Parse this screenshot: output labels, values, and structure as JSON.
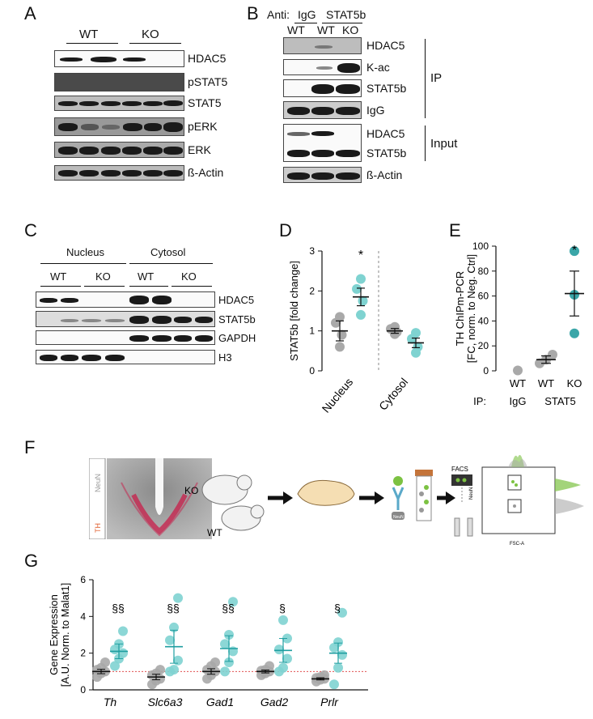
{
  "panels": {
    "A": {
      "letter": "A",
      "groups": [
        "WT",
        "KO"
      ],
      "rows": [
        "HDAC5",
        "pSTAT5",
        "STAT5",
        "pERK",
        "ERK",
        "ß-Actin"
      ]
    },
    "B": {
      "letter": "B",
      "anti_label": "Anti:",
      "anti_groups": [
        "IgG",
        "STAT5b"
      ],
      "lanes": [
        "WT",
        "WT",
        "KO"
      ],
      "ip_rows": [
        "HDAC5",
        "K-ac",
        "STAT5b",
        "IgG"
      ],
      "input_rows": [
        "HDAC5",
        "STAT5b"
      ],
      "bottom_row": "ß-Actin",
      "ip_label": "IP",
      "input_label": "Input"
    },
    "C": {
      "letter": "C",
      "fractions": [
        "Nucleus",
        "Cytosol"
      ],
      "groups": [
        "WT",
        "KO",
        "WT",
        "KO"
      ],
      "rows": [
        "HDAC5",
        "STAT5b",
        "GAPDH",
        "H3"
      ]
    },
    "D": {
      "letter": "D",
      "star": "*"
    },
    "E": {
      "letter": "E",
      "star": "*",
      "ip_label": "IP:"
    },
    "F": {
      "letter": "F",
      "stain_neun": "NeuN",
      "stain_th": "TH",
      "ko": "KO",
      "wt": "WT",
      "facs": "FACS",
      "neun_chip": "NeuN",
      "flow_y": "NeuN",
      "flow_x": "FSC-A"
    },
    "G": {
      "letter": "G"
    }
  },
  "chart_data": [
    {
      "id": "D",
      "type": "scatter",
      "ylabel": "STAT5b [fold change]",
      "ylim": [
        0,
        3
      ],
      "yticks": [
        0,
        1,
        2,
        3
      ],
      "categories": [
        "Nucleus",
        "Cytosol"
      ],
      "groups": [
        {
          "category": "Nucleus",
          "genotype": "WT",
          "color": "#a9a9a9",
          "mean": 1.0,
          "sem": 0.25,
          "points": [
            0.6,
            0.9,
            1.2,
            1.35
          ]
        },
        {
          "category": "Nucleus",
          "genotype": "KO",
          "color": "#7fd3d1",
          "mean": 1.85,
          "sem": 0.22,
          "points": [
            1.4,
            1.75,
            2.05,
            2.3
          ]
        },
        {
          "category": "Cytosol",
          "genotype": "WT",
          "color": "#a9a9a9",
          "mean": 1.0,
          "sem": 0.06,
          "points": [
            0.92,
            0.97,
            1.05,
            1.1
          ]
        },
        {
          "category": "Cytosol",
          "genotype": "KO",
          "color": "#7fd3d1",
          "mean": 0.7,
          "sem": 0.12,
          "points": [
            0.45,
            0.6,
            0.8,
            0.95
          ]
        }
      ],
      "annotations": [
        {
          "group": 1,
          "text": "*"
        }
      ],
      "divider": "dashed"
    },
    {
      "id": "E",
      "type": "scatter",
      "ylabel": "TH ChIPm-PCR [FC, norm. to Neg. Ctrl]",
      "ylim": [
        0,
        100
      ],
      "yticks": [
        0,
        20,
        40,
        60,
        80,
        100
      ],
      "categories": [
        "WT",
        "WT",
        "KO"
      ],
      "ip_groups": [
        {
          "label": "IgG",
          "span": [
            0,
            0
          ]
        },
        {
          "label": "STAT5",
          "span": [
            1,
            2
          ]
        }
      ],
      "groups": [
        {
          "genotype": "WT",
          "color": "#a9a9a9",
          "mean": 0,
          "sem": 0,
          "points": [
            0.3
          ]
        },
        {
          "genotype": "WT",
          "color": "#a9a9a9",
          "mean": 9,
          "sem": 3,
          "points": [
            6,
            9,
            13
          ]
        },
        {
          "genotype": "KO",
          "color": "#3aa6a8",
          "mean": 62,
          "sem": 18,
          "points": [
            30,
            61,
            96
          ]
        }
      ],
      "annotations": [
        {
          "group": 2,
          "text": "*"
        }
      ]
    },
    {
      "id": "G",
      "type": "scatter",
      "ylabel": "Gene Expression [A.U. Norm. to Malat1]",
      "ylim": [
        0,
        6
      ],
      "yticks": [
        0,
        2,
        4,
        6
      ],
      "categories": [
        "Th",
        "Slc6a3",
        "Gad1",
        "Gad2",
        "Prlr"
      ],
      "significance": [
        "§§",
        "§§",
        "§§",
        "§",
        "§"
      ],
      "reference_line": 1,
      "series": [
        {
          "genotype": "WT",
          "color": "#a9a9a9",
          "means": [
            1.0,
            0.7,
            1.0,
            1.0,
            0.6
          ],
          "sems": [
            0.12,
            0.15,
            0.15,
            0.08,
            0.06
          ],
          "points": [
            [
              0.7,
              0.9,
              1.0,
              1.1,
              1.2,
              1.5
            ],
            [
              0.3,
              0.5,
              0.6,
              0.8,
              0.9,
              1.1
            ],
            [
              0.6,
              0.8,
              1.0,
              1.1,
              1.3,
              1.5
            ],
            [
              0.8,
              0.9,
              1.0,
              1.05,
              1.1,
              1.3
            ],
            [
              0.45,
              0.55,
              0.6,
              0.65,
              0.7,
              0.8
            ]
          ]
        },
        {
          "genotype": "KO",
          "color": "#7fd3d1",
          "means": [
            2.1,
            2.35,
            2.25,
            2.15,
            2.0
          ],
          "sems": [
            0.4,
            0.9,
            0.7,
            0.65,
            0.55
          ],
          "points": [
            [
              1.3,
              1.7,
              2.0,
              2.2,
              2.5,
              3.2
            ],
            [
              1.0,
              1.1,
              1.6,
              2.7,
              3.4,
              5.0
            ],
            [
              1.0,
              1.5,
              2.1,
              2.5,
              3.0,
              4.8
            ],
            [
              1.0,
              1.2,
              1.7,
              2.2,
              3.8,
              2.8
            ],
            [
              0.3,
              1.2,
              1.9,
              2.3,
              2.6,
              4.2
            ]
          ]
        }
      ]
    }
  ]
}
